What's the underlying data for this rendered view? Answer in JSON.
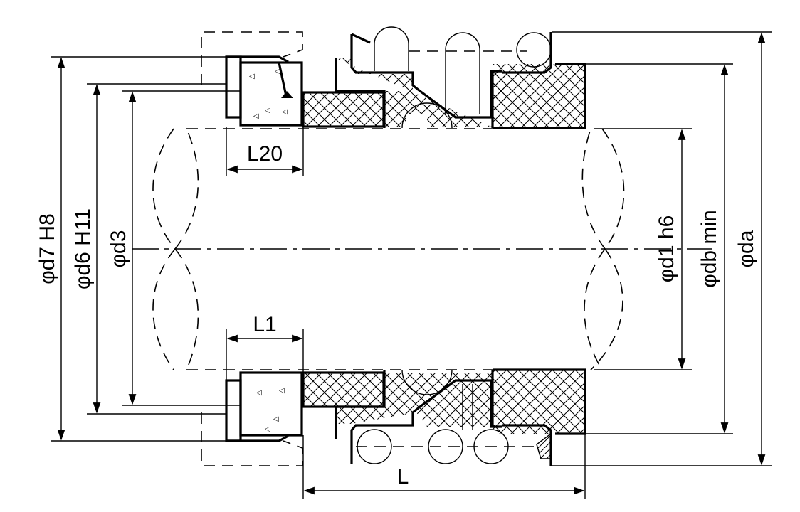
{
  "labels": {
    "phi_d7": "φd7 H8",
    "phi_d6": "φd6 H11",
    "phi_d3": "φd3",
    "phi_d1": "φd1 h6",
    "phi_db": "φdb min",
    "phi_da": "φda",
    "L20": "L20",
    "L1": "L1",
    "L": "L"
  }
}
